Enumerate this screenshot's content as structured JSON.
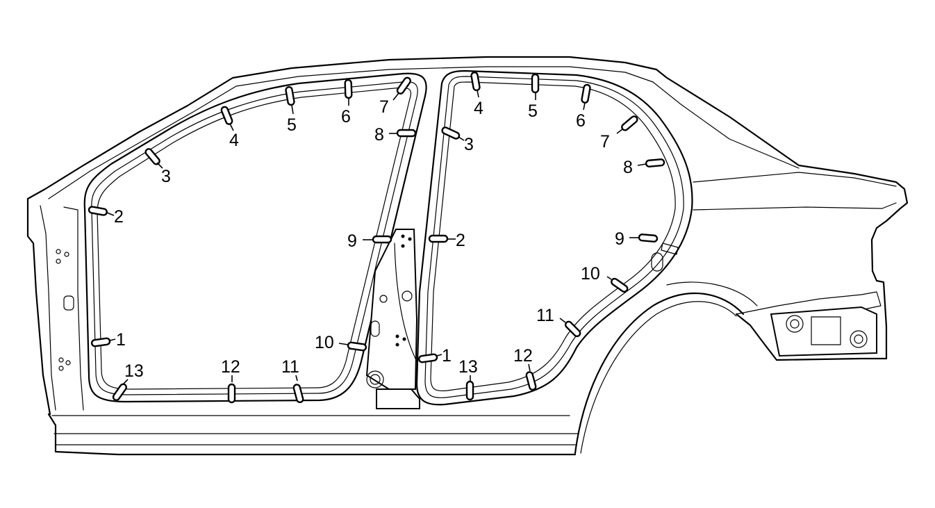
{
  "callouts": {
    "front_door": [
      {
        "id": "f1",
        "label": "1"
      },
      {
        "id": "f2",
        "label": "2"
      },
      {
        "id": "f3",
        "label": "3"
      },
      {
        "id": "f4",
        "label": "4"
      },
      {
        "id": "f5",
        "label": "5"
      },
      {
        "id": "f6",
        "label": "6"
      },
      {
        "id": "f7",
        "label": "7"
      },
      {
        "id": "f8",
        "label": "8"
      },
      {
        "id": "f9",
        "label": "9"
      },
      {
        "id": "f10",
        "label": "10"
      },
      {
        "id": "f11",
        "label": "11"
      },
      {
        "id": "f12",
        "label": "12"
      },
      {
        "id": "f13",
        "label": "13"
      }
    ],
    "rear_door": [
      {
        "id": "r1",
        "label": "1"
      },
      {
        "id": "r2",
        "label": "2"
      },
      {
        "id": "r3",
        "label": "3"
      },
      {
        "id": "r4",
        "label": "4"
      },
      {
        "id": "r5",
        "label": "5"
      },
      {
        "id": "r6",
        "label": "6"
      },
      {
        "id": "r7",
        "label": "7"
      },
      {
        "id": "r8",
        "label": "8"
      },
      {
        "id": "r9",
        "label": "9"
      },
      {
        "id": "r10",
        "label": "10"
      },
      {
        "id": "r11",
        "label": "11"
      },
      {
        "id": "r12",
        "label": "12"
      },
      {
        "id": "r13",
        "label": "13"
      }
    ]
  }
}
